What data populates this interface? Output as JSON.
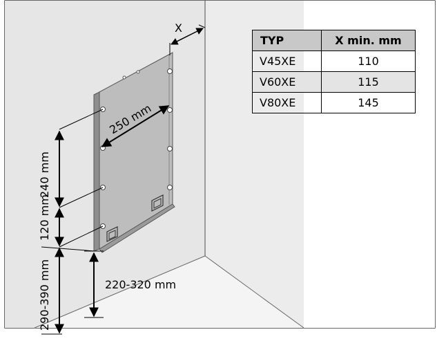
{
  "dimensions": {
    "x": "X",
    "width_250": "250 mm",
    "v_240": "240 mm",
    "v_120": "120 mm",
    "v_290_390": "290-390 mm",
    "v_220_320": "220-320 mm"
  },
  "table": {
    "headers": [
      "TYP",
      "X min. mm"
    ],
    "rows": [
      [
        "V45XE",
        "110"
      ],
      [
        "V60XE",
        "115"
      ],
      [
        "V80XE",
        "145"
      ]
    ]
  },
  "colors": {
    "wall_left": "#e6e6e6",
    "wall_right": "#ececec",
    "floor": "#f0f0f0",
    "panel": "#bdbdbd",
    "panel_edge": "#8e8e8e",
    "table_header": "#c8c8c8",
    "table_alt_row": "#e4e4e4"
  }
}
